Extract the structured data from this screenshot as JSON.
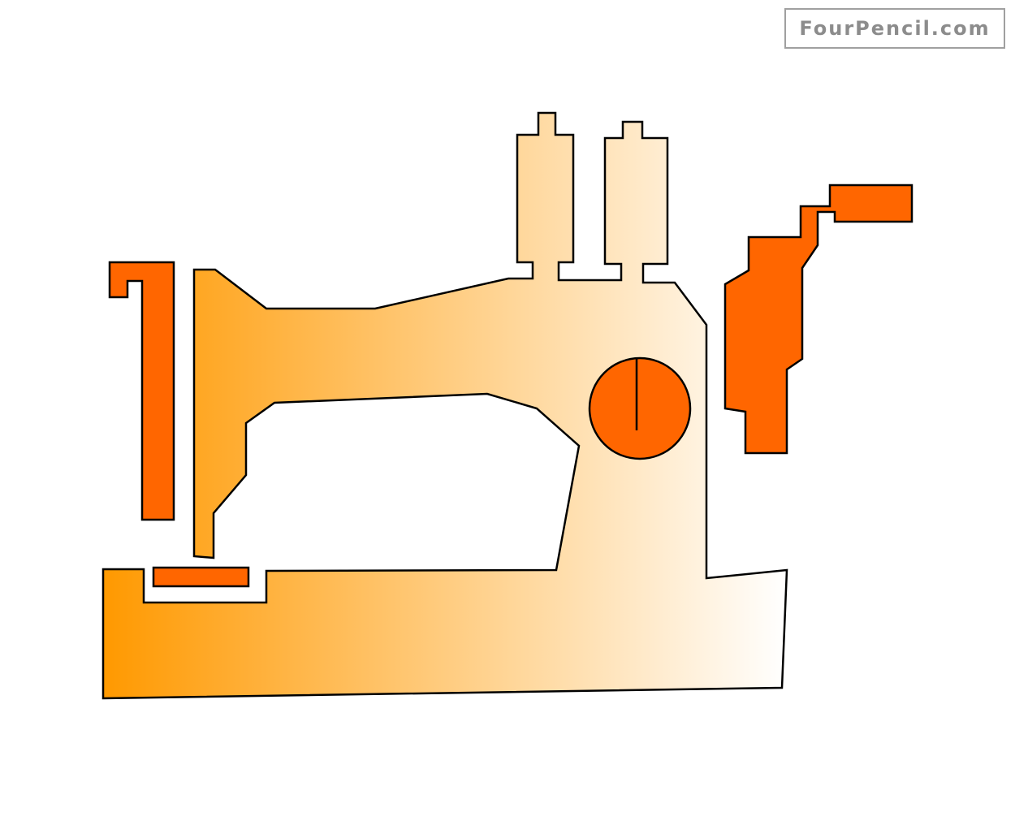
{
  "watermark": {
    "text": "FourPencil.com"
  },
  "illustration": {
    "subject": "sewing-machine",
    "colors": {
      "body_gradient_start": "#FF9900",
      "body_gradient_end": "#FFFFFF",
      "accent": "#FF6600",
      "outline": "#000000"
    },
    "parts": [
      "base",
      "arm",
      "spool-pin-left",
      "spool-pin-right",
      "handwheel",
      "thread-tension-knob",
      "needle-bar",
      "presser-foot-plate"
    ]
  }
}
